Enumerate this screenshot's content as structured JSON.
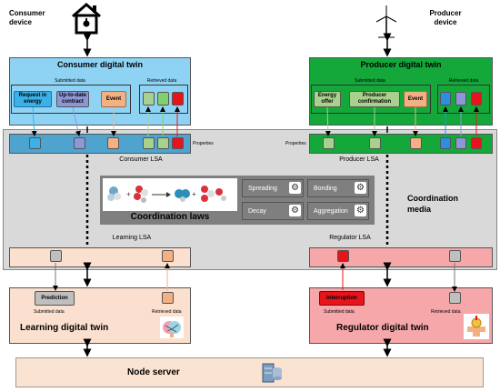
{
  "consumer_device": {
    "label": "Consumer\ndevice"
  },
  "producer_device": {
    "label": "Producer\ndevice"
  },
  "consumer_twin": {
    "title": "Consumer digital twin",
    "submitted_label": "Submitted data",
    "retrieved_label": "Retrieved data",
    "items": [
      "Request in energy",
      "Up-to-date contract",
      "Event"
    ]
  },
  "producer_twin": {
    "title": "Producer digital twin",
    "submitted_label": "Submitted data",
    "retrieved_label": "Retrieved data",
    "items": [
      "Energy offer",
      "Producer confirmation",
      "Event"
    ]
  },
  "consumer_lsa": {
    "label": "Consumer  LSA",
    "properties": "Properties"
  },
  "producer_lsa": {
    "label": "Producer  LSA",
    "properties": "Properties"
  },
  "coordination": {
    "title": "Coordination laws",
    "media": "Coordination\nmedia",
    "laws": [
      "Spreading",
      "Bonding",
      "Decay",
      "Aggregation"
    ]
  },
  "learning_lsa": {
    "label": "Learning LSA"
  },
  "regulator_lsa": {
    "label": "Regulator  LSA"
  },
  "learning_twin": {
    "title": "Learning  digital twin",
    "item": "Prediction",
    "submitted_label": "Submitted data",
    "retrieved_label": "Retrieved  data"
  },
  "regulator_twin": {
    "title": "Regulator digital twin",
    "item": "Interruption",
    "submitted_label": "Submitted data",
    "retrieved_label": "Retrieved  data"
  },
  "node_server": {
    "label": "Node server"
  },
  "colors": {
    "consumer_twin_bg": "#8fd3f4",
    "producer_twin_bg": "#14a83b",
    "lsa_row_bg": "#4ea3cf",
    "coordination_bg": "#d9d9d9",
    "learning_bg": "#fbe0cf",
    "regulator_bg": "#f6a7aa",
    "node_bg": "#fbe3d1",
    "request_blue": "#3cb0e8",
    "contract_purple": "#8e97d6",
    "event_orange": "#f3b183",
    "green_light": "#a9d18e",
    "green_mid": "#7fd16b",
    "red": "#e8141c",
    "blue_dark": "#2a8fe0",
    "prediction_gray": "#bfbfbf"
  }
}
